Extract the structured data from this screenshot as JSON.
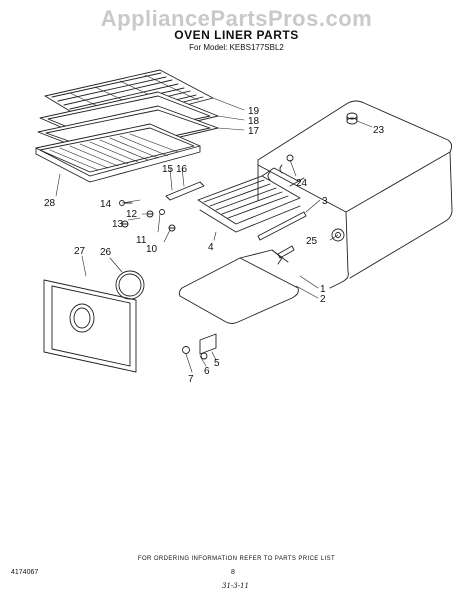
{
  "watermark": "AppliancePartsPros.com",
  "header": {
    "title": "OVEN LINER PARTS",
    "subtitle": "For Model: KEBS177SBL2"
  },
  "callouts": [
    "19",
    "18",
    "17",
    "23",
    "28",
    "15",
    "16",
    "24",
    "3",
    "14",
    "13",
    "12",
    "11",
    "10",
    "4",
    "25",
    "27",
    "26",
    "1",
    "2",
    "6",
    "5",
    "7"
  ],
  "footer": {
    "ordering_info": "FOR ORDERING INFORMATION REFER TO PARTS PRICE LIST",
    "doc_code": "4174067",
    "page_number": "8",
    "date": "31-3-11"
  }
}
